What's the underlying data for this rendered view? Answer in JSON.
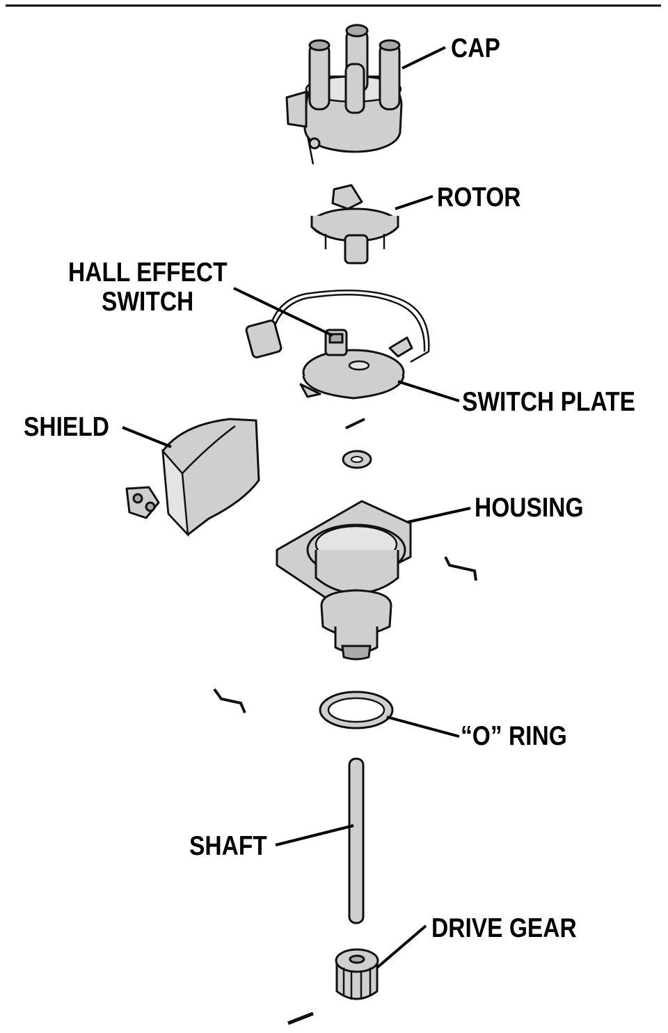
{
  "labels": {
    "cap": "CAP",
    "rotor": "ROTOR",
    "hall_effect_line1": "HALL EFFECT",
    "hall_effect_line2": "SWITCH",
    "switch_plate": "SWITCH PLATE",
    "shield": "SHIELD",
    "housing": "HOUSING",
    "o_ring": "“O” RING",
    "shaft": "SHAFT",
    "drive_gear": "DRIVE GEAR"
  }
}
